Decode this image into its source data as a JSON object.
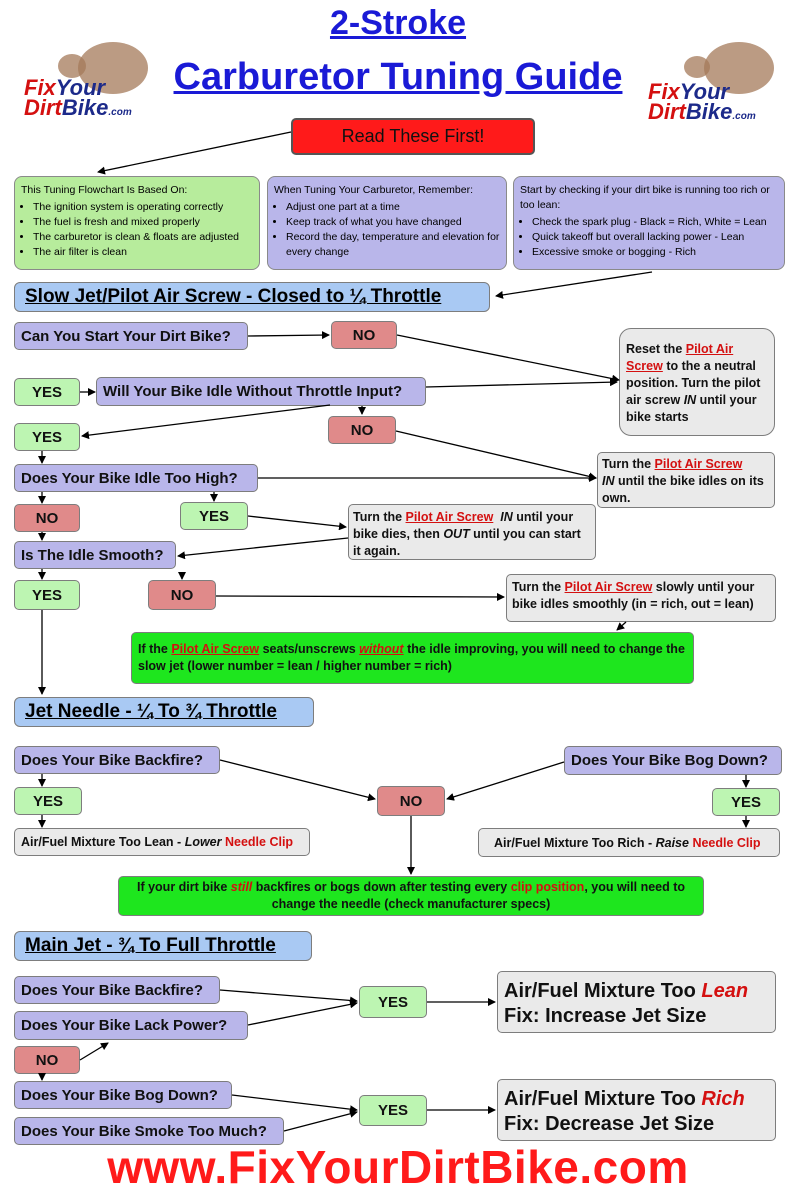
{
  "title": {
    "line1": "2-Stroke",
    "line2": "Carburetor Tuning Guide"
  },
  "logo": {
    "part1": "Fix",
    "part2": "Your",
    "part3": "Dirt",
    "part4": "Bike",
    "part5": ".com"
  },
  "read_first": "Read These First!",
  "info_boxes": {
    "based_on": {
      "heading": "This Tuning Flowchart Is Based On:",
      "items": [
        "The ignition system is operating correctly",
        "The fuel is fresh and mixed properly",
        "The carburetor is clean & floats are adjusted",
        "The air filter is clean"
      ]
    },
    "remember": {
      "heading": "When Tuning Your Carburetor, Remember:",
      "items": [
        "Adjust one part at a time",
        "Keep track of what you have changed",
        "Record the day, temperature and elevation for every change"
      ]
    },
    "checking": {
      "heading": "Start by checking if your dirt bike is running too rich or too lean:",
      "items": [
        "Check the spark plug - Black = Rich, White = Lean",
        "Quick takeoff but overall lacking power - Lean",
        "Excessive smoke or bogging - Rich"
      ]
    }
  },
  "sections": {
    "slow_jet": "Slow Jet/Pilot Air Screw - Closed to ¼ Throttle",
    "jet_needle": "Jet Needle - ¼ To ¾ Throttle",
    "main_jet": "Main Jet - ¾ To Full Throttle"
  },
  "labels": {
    "yes": "YES",
    "no": "NO",
    "pilot_air_screw": "Pilot Air Screw",
    "pilot_air": "Pilot Air",
    "screw": "Screw"
  },
  "slow": {
    "q_start": "Can You Start Your Dirt Bike?",
    "q_idle": "Will Your Bike Idle Without Throttle Input?",
    "q_high": "Does Your Bike Idle Too High?",
    "q_smooth": "Is The Idle Smooth?",
    "reset_a": "Reset the ",
    "reset_b": " to the a neutral position. Turn the pilot air screw ",
    "reset_in": "IN",
    "reset_c": " until your bike starts",
    "turn1_a": "Turn the ",
    "turn1_in": "IN",
    "turn1_b": " until the bike idles on its own.",
    "turn2_a": "Turn the ",
    "turn2_in": "IN",
    "turn2_b": " until your bike dies, then ",
    "turn2_out": "OUT",
    "turn2_c": " until you can start it again.",
    "turn3_a": "Turn the ",
    "turn3_b": " slowly until your bike idles smoothly (in = rich, out = lean)",
    "note_a": "If the ",
    "note_b": " seats/unscrews ",
    "note_without": "without",
    "note_c": " the idle improving, you will need to change the slow jet (lower number = lean / higher number = rich)"
  },
  "needle": {
    "q_backfire": "Does Your Bike Backfire?",
    "q_bog": "Does Your Bike Bog Down?",
    "lean_a": "Air/Fuel Mixture Too Lean - ",
    "lean_b": "Lower",
    "rich_a": "Air/Fuel Mixture Too Rich - ",
    "rich_b": "Raise",
    "needle_clip": "Needle Clip",
    "note_a": "If your dirt bike ",
    "note_still": "still",
    "note_b": " backfires or bogs down after testing every ",
    "note_clip": "clip position",
    "note_c": ", you will need to change the needle (check manufacturer specs)"
  },
  "main": {
    "q_backfire": "Does Your Bike Backfire?",
    "q_power": "Does Your Bike Lack Power?",
    "q_bog": "Does Your Bike Bog Down?",
    "q_smoke": "Does Your Bike Smoke Too Much?",
    "lean_a": "Air/Fuel Mixture Too ",
    "lean_b": "Lean",
    "lean_fix": "Fix: Increase Jet Size",
    "rich_a": "Air/Fuel Mixture Too ",
    "rich_b": "Rich",
    "rich_fix": "Fix: Decrease Jet Size"
  },
  "footer": "www.FixYourDirtBike.com",
  "colors": {
    "question": "#b9b6ea",
    "yes": "#bdf5b2",
    "no": "#e08a8a",
    "answer": "#eaeaea",
    "note": "#1ee61e",
    "section": "#a9c9f3",
    "title": "#1a1ad6",
    "footer": "#ff1a1a"
  }
}
